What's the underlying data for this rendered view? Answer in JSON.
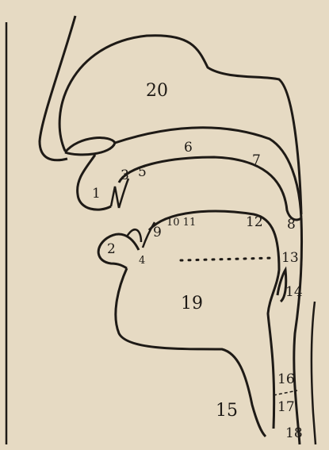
{
  "labels": {
    "l1": "1",
    "l2": "2",
    "l3": "3",
    "l4": "4",
    "l5": "5",
    "l6": "6",
    "l7": "7",
    "l8": "8",
    "l9": "9",
    "l10_11": "10 11",
    "l12": "12",
    "l13": "13",
    "l14": "14",
    "l15": "15",
    "l16": "16",
    "l17": "17",
    "l18": "18",
    "l19": "19",
    "l20": "20"
  },
  "colors": {
    "paper": "#e6dac3",
    "ink": "#1e1a16"
  }
}
